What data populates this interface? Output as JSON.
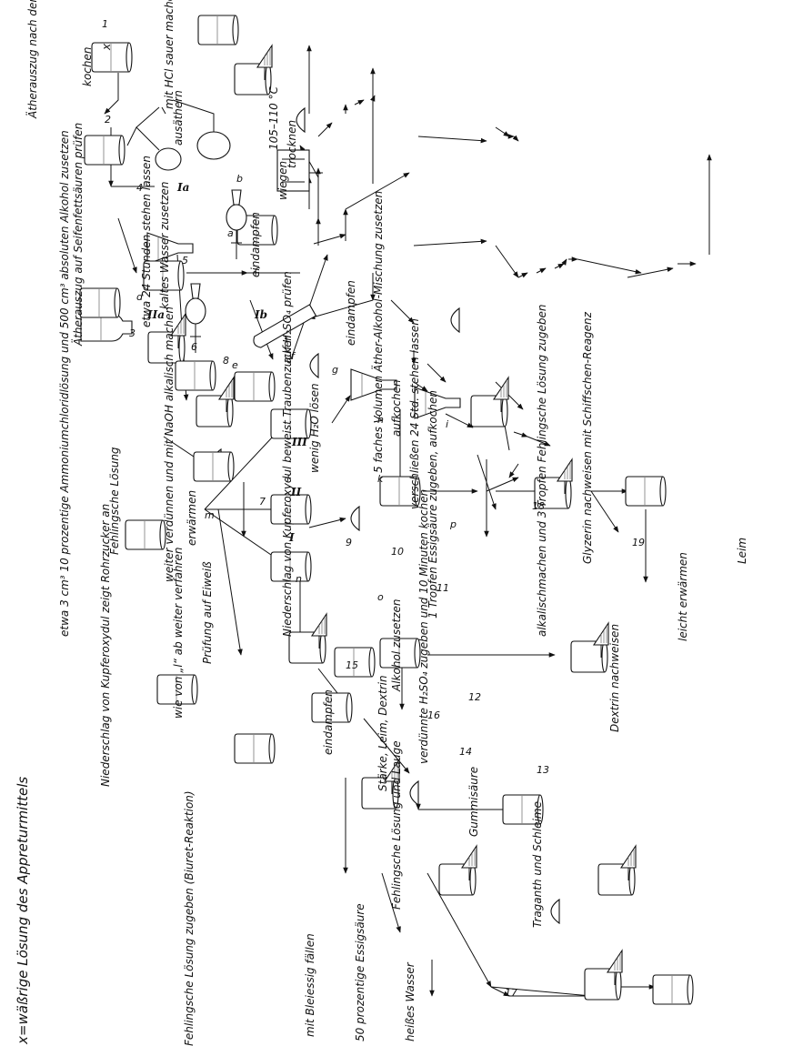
{
  "title": "x=wäßrige Lösung des Appreturmittels",
  "steps": {
    "s1_vessel": "x",
    "s2_text": "etwa 3 cm³ 10 prozentige Ammoniumchloridlösung und 500 cm³ absoluten Alkohol zusetzen",
    "s3_text": "etwa 24 Stunden stehen lassen",
    "s5_text": "kaltes Wasser zusetzen",
    "s7_text": "Prüfung auf Eiweiß",
    "s8_text": "Fehlingsche Lösung zugeben (Biuret-Reaktion)",
    "s9_text": "mit Bleiessig fällen",
    "s10_text": "50 prozentige Essigsäure",
    "s12_text": "heißes Wasser",
    "s13_text": "Traganth und Schleime",
    "s14_text": "Fehlingsche Lösung und Lauge",
    "s14_result": "Gummisäure",
    "s15_text": "Stärke, Leim, Dextrin",
    "s16_a": "eindampfen",
    "s16_b": "Alkohol zusetzen",
    "s17_text": "Dextrin nachweisen",
    "s18_a": "aufkochen",
    "s18_b": "1 Tropfen Essigsäure zugeben, aufkochen",
    "s18_c": "alkalischmachen und 3 Tropfen Fehlingsche Lösung zugeben",
    "s19_a": "leicht erwärmen",
    "s19_b": "Leim",
    "b_text": "eindampfen",
    "c_text": "trocknen",
    "temp_text": "105–110 °C",
    "c_wiegen": "wiegen",
    "ia_a": "ausäthern",
    "ia_b": "Ätherauszug nach den Methoden der Fettanalyse prüfen",
    "hcl_text": "mit HCl sauer machen",
    "kochen": "kochen",
    "iia_text": "Ätherauszug auf Seifenfettsäuren prüfen",
    "ib_text": "auf H₂SO₄ prüfen",
    "f_text": "eindampfen",
    "h_a": "5 faches Volumen Äther-Alkohol-Mischung zusetzen",
    "h_b": "verschließen 24 Std. stehen lassen",
    "k_text": "wenig H₂O lösen",
    "p_text": "Glyzerin nachweisen mit Schiffschen-Reagenz",
    "l_text": "weiter verdünnen und mit NaOH alkalisch machen",
    "m_text": "Fehlingsche Lösung",
    "n_a": "erwärmen",
    "n_b": "Niederschlag von Kupferoxydul beweist Traubenzucker",
    "o_a": "verdünnte H₂SO₄ zugeben und 10 Minuten kochen",
    "o_b": "wie von „l“ ab weiter verfahren",
    "o_c": "Niederschlag von Kupferoxydul zeigt Rohrzucker an"
  },
  "markers": {
    "numbers": [
      "1",
      "2",
      "3",
      "4",
      "5",
      "6",
      "7",
      "8",
      "9",
      "10",
      "11",
      "12",
      "13",
      "14",
      "15",
      "16",
      "17",
      "18",
      "19"
    ],
    "roman": [
      "I",
      "II",
      "III",
      "Ia",
      "Ib",
      "IIa"
    ],
    "letters": [
      "a",
      "b",
      "c",
      "d",
      "e",
      "f",
      "g",
      "h",
      "i",
      "k",
      "l",
      "m",
      "n",
      "o",
      "p"
    ]
  },
  "icons": [
    "beaker-icon",
    "funnel-filter-icon",
    "evaporating-dish-icon",
    "erlenmeyer-flask-icon",
    "separatory-funnel-icon",
    "test-tube-icon",
    "reagent-bottle-icon",
    "drying-oven-icon",
    "distillation-apparatus-icon"
  ]
}
